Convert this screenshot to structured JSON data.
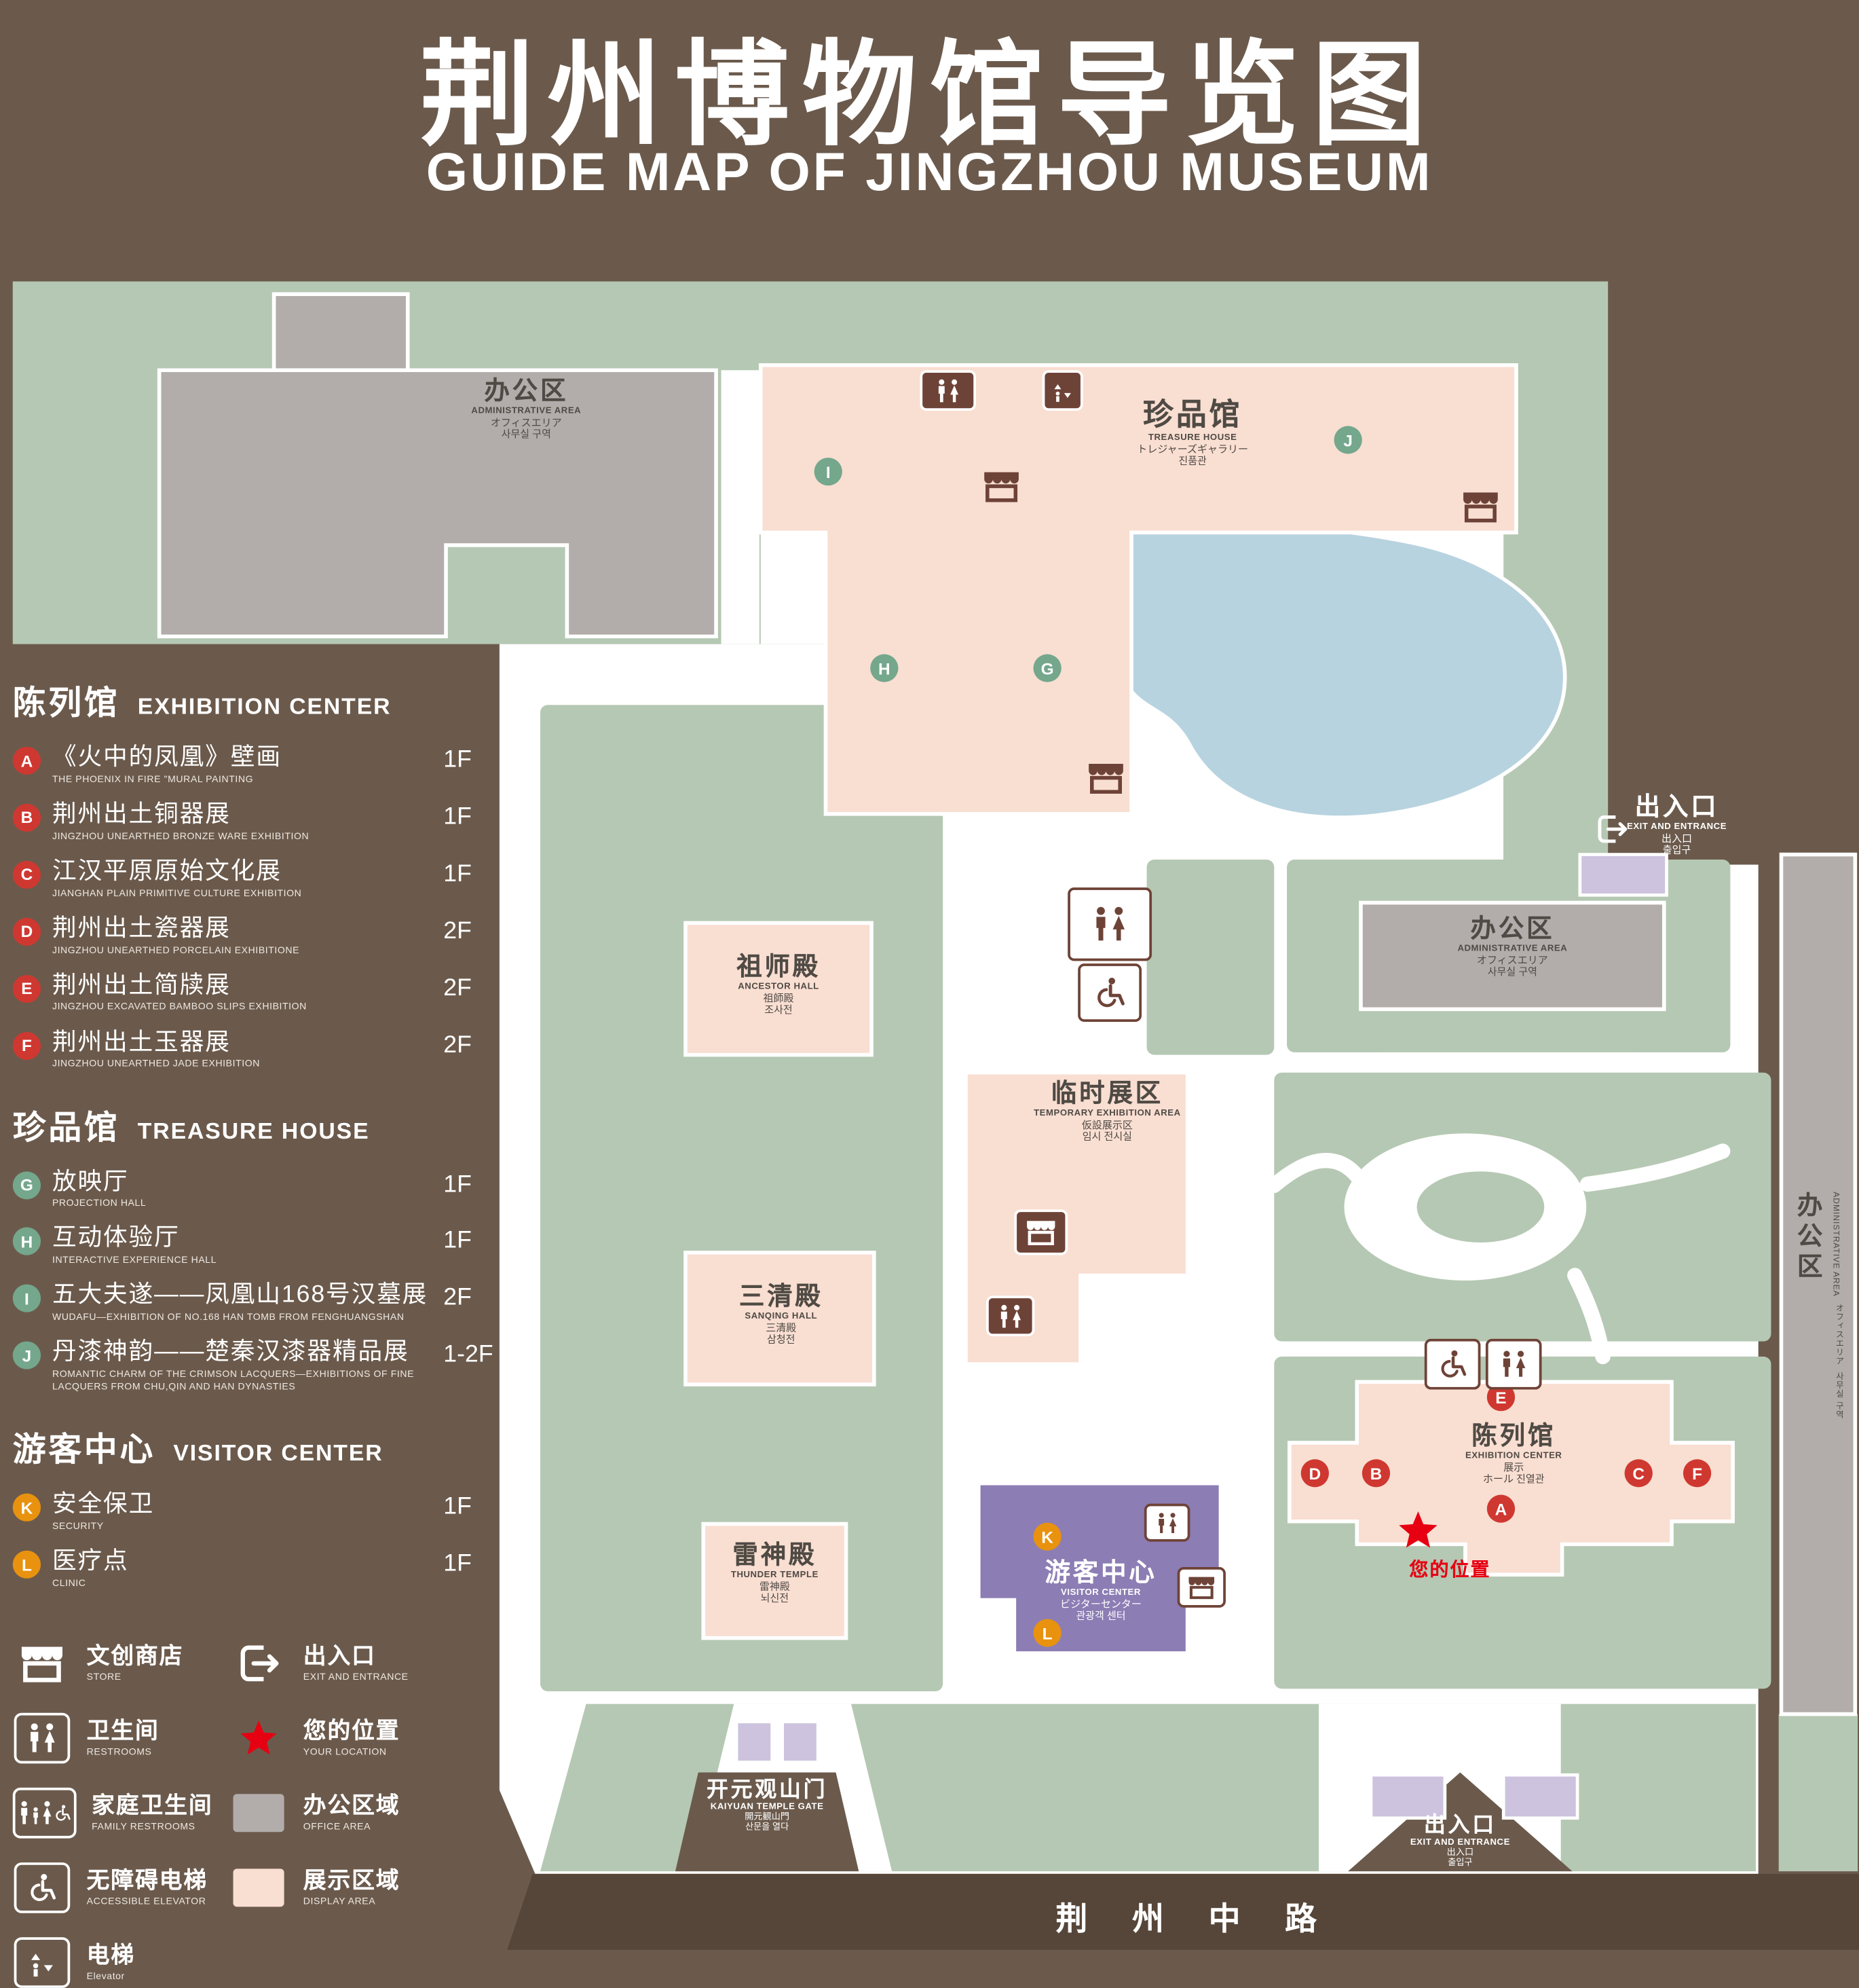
{
  "header": {
    "title_zh": "荆州博物馆导览图",
    "title_en": "GUIDE MAP OF JINGZHOU MUSEUM"
  },
  "colors": {
    "background": "#6b5a4c",
    "grounds_green": "#b5c8b3",
    "display_pink": "#f9ded2",
    "office_gray": "#b2adaa",
    "lake_blue": "#b8d3e0",
    "visitor_purple": "#8c7db4",
    "entrance_lavender": "#cdc3de",
    "road_brown": "#564639",
    "badge_red": "#cf3830",
    "badge_green": "#74a78c",
    "badge_orange": "#e8920f",
    "location_red": "#e60012"
  },
  "legend": {
    "sections": [
      {
        "zh": "陈列馆",
        "en": "EXHIBITION CENTER",
        "items": [
          {
            "letter": "A",
            "zh": "《火中的凤凰》壁画",
            "en": "THE PHOENIX IN FIRE \"MURAL PAINTING",
            "floor": "1F"
          },
          {
            "letter": "B",
            "zh": "荆州出土铜器展",
            "en": "JINGZHOU UNEARTHED BRONZE WARE EXHIBITION",
            "floor": "1F"
          },
          {
            "letter": "C",
            "zh": "江汉平原原始文化展",
            "en": "JIANGHAN PLAIN PRIMITIVE CULTURE EXHIBITION",
            "floor": "1F"
          },
          {
            "letter": "D",
            "zh": "荆州出土瓷器展",
            "en": "JINGZHOU UNEARTHED PORCELAIN EXHIBITIONE",
            "floor": "2F"
          },
          {
            "letter": "E",
            "zh": "荆州出土简牍展",
            "en": "JINGZHOU EXCAVATED BAMBOO SLIPS EXHIBITION",
            "floor": "2F"
          },
          {
            "letter": "F",
            "zh": "荆州出土玉器展",
            "en": "JINGZHOU UNEARTHED JADE EXHIBITION",
            "floor": "2F"
          }
        ]
      },
      {
        "zh": "珍品馆",
        "en": "TREASURE HOUSE",
        "items": [
          {
            "letter": "G",
            "zh": "放映厅",
            "en": "PROJECTION HALL",
            "floor": "1F"
          },
          {
            "letter": "H",
            "zh": "互动体验厅",
            "en": "INTERACTIVE EXPERIENCE HALL",
            "floor": "1F"
          },
          {
            "letter": "I",
            "zh": "五大夫遂——凤凰山168号汉墓展",
            "en": "WUDAFU—EXHIBITION OF NO.168 HAN TOMB FROM FENGHUANGSHAN",
            "floor": "2F"
          },
          {
            "letter": "J",
            "zh": "丹漆神韵——楚秦汉漆器精品展",
            "en": "ROMANTIC CHARM OF THE CRIMSON LACQUERS—EXHIBITIONS OF FINE LACQUERS FROM CHU,QIN AND HAN DYNASTIES",
            "floor": "1-2F"
          }
        ]
      },
      {
        "zh": "游客中心",
        "en": "VISITOR CENTER",
        "items": [
          {
            "letter": "K",
            "zh": "安全保卫",
            "en": "SECURITY",
            "floor": "1F"
          },
          {
            "letter": "L",
            "zh": "医疗点",
            "en": "CLINIC",
            "floor": "1F"
          }
        ]
      }
    ],
    "icons": [
      {
        "key": "store",
        "zh": "文创商店",
        "en": "STORE"
      },
      {
        "key": "restroom",
        "zh": "卫生间",
        "en": "RESTROOMS"
      },
      {
        "key": "family-restroom",
        "zh": "家庭卫生间",
        "en": "FAMILY RESTROOMS"
      },
      {
        "key": "accessible-elevator",
        "zh": "无障碍电梯",
        "en": "ACCESSIBLE ELEVATOR"
      },
      {
        "key": "elevator",
        "zh": "电梯",
        "en": "Elevator"
      },
      {
        "key": "exit",
        "zh": "出入口",
        "en": "EXIT AND ENTRANCE"
      },
      {
        "key": "your-location",
        "zh": "您的位置",
        "en": "YOUR LOCATION"
      },
      {
        "key": "office-area",
        "zh": "办公区域",
        "en": "OFFICE AREA"
      },
      {
        "key": "display-area",
        "zh": "展示区域",
        "en": "DISPLAY AREA"
      }
    ]
  },
  "map": {
    "labels": {
      "admin_top": {
        "zh": "办公区",
        "en": "ADMINISTRATIVE AREA",
        "ja": "オフィスエリア",
        "ko": "사무실 구역"
      },
      "treasure_house": {
        "zh": "珍品馆",
        "en": "TREASURE HOUSE",
        "ja": "トレジャーズギャラリー",
        "ko": "진품관"
      },
      "exit_top": {
        "zh": "出入口",
        "en": "EXIT AND ENTRANCE",
        "ja": "出入口",
        "ko": "출입구"
      },
      "ancestor_hall": {
        "zh": "祖师殿",
        "en": "ANCESTOR HALL",
        "ja": "祖師殿",
        "ko": "조사전"
      },
      "temporary_area": {
        "zh": "临时展区",
        "en": "TEMPORARY EXHIBITION AREA",
        "ja": "仮設展示区",
        "ko": "임시 전시실"
      },
      "admin_mid": {
        "zh": "办公区",
        "en": "ADMINISTRATIVE AREA",
        "ja": "オフィスエリア",
        "ko": "사무실 구역"
      },
      "sanqing_hall": {
        "zh": "三清殿",
        "en": "SANQING HALL",
        "ja": "三清殿",
        "ko": "삼청전"
      },
      "exhibition_center": {
        "zh": "陈列馆",
        "en": "EXHIBITION CENTER",
        "ja": "展示",
        "ko": "ホール 진열관"
      },
      "thunder_temple": {
        "zh": "雷神殿",
        "en": "THUNDER TEMPLE",
        "ja": "雷神殿",
        "ko": "뇌신전"
      },
      "visitor_center": {
        "zh": "游客中心",
        "en": "VISITOR CENTER",
        "ja": "ビジターセンター",
        "ko": "관광객 센터"
      },
      "your_location": {
        "zh": "您的位置"
      },
      "gate": {
        "zh": "开元观山门",
        "en": "KAIYUAN TEMPLE GATE",
        "ja": "開元観山門",
        "ko": "산문을 열다"
      },
      "exit_bottom": {
        "zh": "出入口",
        "en": "EXIT AND ENTRANCE",
        "ja": "出入口",
        "ko": "출입구"
      },
      "admin_right": {
        "zh": "办公区",
        "en": "ADMINISTRATIVE AREA",
        "ja": "オフィスエリア",
        "ko": "사무실 구역"
      },
      "road": {
        "zh": "荆 州 中 路"
      }
    },
    "badges": {
      "a": "A",
      "b": "B",
      "c": "C",
      "d": "D",
      "e": "E",
      "f": "F",
      "g": "G",
      "h": "H",
      "i": "I",
      "j": "J",
      "k": "K",
      "l": "L"
    }
  }
}
